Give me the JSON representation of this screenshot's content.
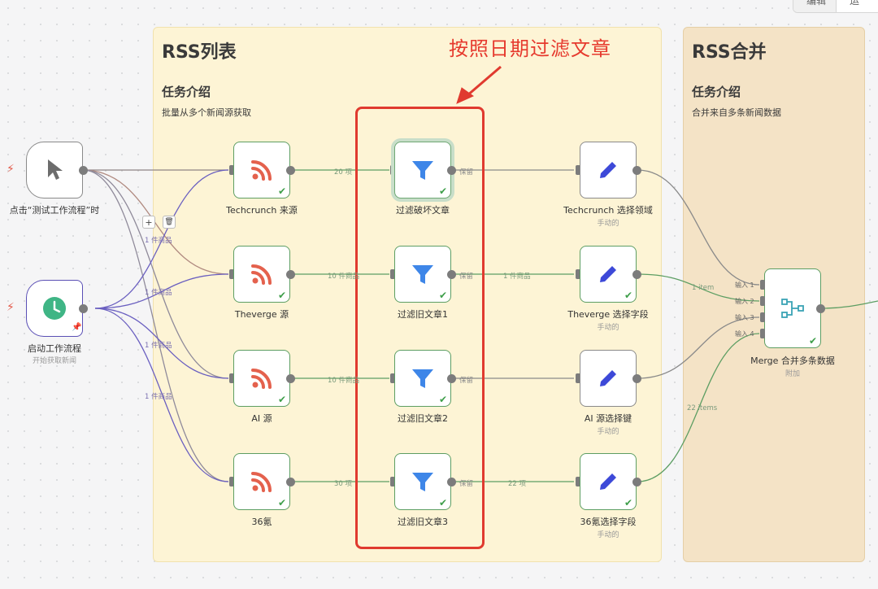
{
  "toolbar": {
    "editor_tab": "编辑",
    "exec_tab": "运"
  },
  "groups": {
    "rss_list": {
      "title": "RSS列表",
      "subtitle": "任务介绍",
      "description": "批量从多个新闻源获取"
    },
    "rss_merge": {
      "title": "RSS合并",
      "subtitle": "任务介绍",
      "description": "合并来自多条新闻数据"
    }
  },
  "annotation": {
    "text": "按照日期过滤文章"
  },
  "nodes": {
    "manual_trigger": {
      "label": "点击“测试工作流程”时",
      "icon": "cursor-icon"
    },
    "schedule_trigger": {
      "label": "启动工作流程",
      "sub": "开始获取新闻",
      "icon": "clock-icon"
    },
    "rss_techcrunch": {
      "label": "Techcrunch 来源",
      "icon": "rss-icon"
    },
    "rss_theverge": {
      "label": "Theverge 源",
      "icon": "rss-icon"
    },
    "rss_ai": {
      "label": "AI 源",
      "icon": "rss-icon"
    },
    "rss_36kr": {
      "label": "36氪",
      "icon": "rss-icon"
    },
    "filter_1": {
      "label": "过滤破坏文章",
      "icon": "funnel-icon"
    },
    "filter_2": {
      "label": "过滤旧文章1",
      "icon": "funnel-icon"
    },
    "filter_3": {
      "label": "过滤旧文章2",
      "icon": "funnel-icon"
    },
    "filter_4": {
      "label": "过滤旧文章3",
      "icon": "funnel-icon"
    },
    "set_1": {
      "label": "Techcrunch 选择领域",
      "sub": "手动的",
      "icon": "pencil-icon"
    },
    "set_2": {
      "label": "Theverge 选择字段",
      "sub": "手动的",
      "icon": "pencil-icon"
    },
    "set_3": {
      "label": "AI 源选择键",
      "sub": "手动的",
      "icon": "pencil-icon"
    },
    "set_4": {
      "label": "36氪选择字段",
      "sub": "手动的",
      "icon": "pencil-icon"
    },
    "merge": {
      "label": "Merge 合并多条数据",
      "sub": "附加",
      "icon": "merge-icon"
    }
  },
  "merge_inputs": [
    "输入 1",
    "输入 2",
    "输入 3",
    "输入 4"
  ],
  "edge_labels": {
    "trigger_1": "1 件商品",
    "trigger_2": "1 件商品",
    "trigger_3": "1 件商品",
    "trigger_4": "1 件商品",
    "rss1_filter": "20 项",
    "rss2_filter": "10 件商品",
    "rss3_filter": "10 件商品",
    "rss4_filter": "30 项",
    "filter1_keep": "保留",
    "filter2_keep": "保留",
    "filter3_keep": "保留",
    "filter4_keep": "保留",
    "filter2_set": "1 件商品",
    "filter4_set": "22 项",
    "set2_merge": "1 item",
    "set4_merge": "22 items"
  },
  "mini_buttons": {
    "add": "+",
    "delete": "🗑"
  },
  "colors": {
    "success_green": "#5d9e63",
    "annotation_red": "#e03a2f",
    "rss_orange": "#e4614d",
    "filter_blue": "#3e86e8",
    "set_blue": "#3d49d8",
    "clock_green": "#3fb585",
    "trigger_purple": "#5a4fb5"
  }
}
